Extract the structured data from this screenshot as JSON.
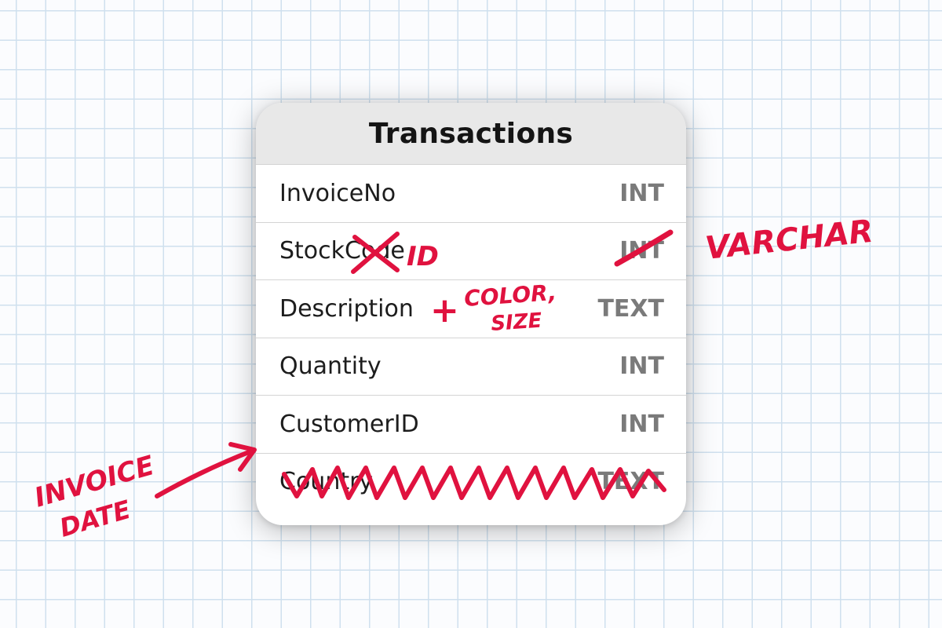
{
  "table": {
    "title": "Transactions",
    "rows": [
      {
        "name": "InvoiceNo",
        "type": "INT"
      },
      {
        "name": "StockCode",
        "type": "INT"
      },
      {
        "name": "Description",
        "type": "TEXT"
      },
      {
        "name": "Quantity",
        "type": "INT"
      },
      {
        "name": "CustomerID",
        "type": "INT"
      },
      {
        "name": "Country",
        "type": "TEXT"
      }
    ]
  },
  "annotations": {
    "id_text": "ID",
    "varchar_text": "VARCHAR",
    "plus_text": "+",
    "color_text": "COLOR,",
    "size_text": "SIZE",
    "invoice_text": "INVOICE",
    "date_text": "DATE"
  },
  "colors": {
    "ink": "#e0123f",
    "header_bg": "#e8e8e8",
    "type_text": "#7a7a7a",
    "grid_line": "#cfe0ee"
  }
}
